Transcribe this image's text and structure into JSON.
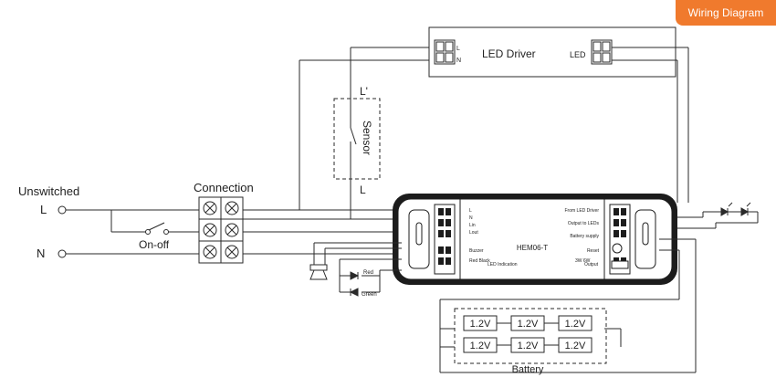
{
  "badge": {
    "title": "Wiring Diagram"
  },
  "labels": {
    "unswitched": "Unswitched",
    "l": "L",
    "n": "N",
    "on_off": "On-off",
    "connection": "Connection",
    "sensor": "Sensor",
    "l_prime": "L'",
    "l_sensor": "L",
    "led_driver": "LED Driver",
    "driver_l": "L",
    "driver_n": "N",
    "led_plus_minus": "LED",
    "buzzer": "Buzzer",
    "red_black": "Red\nBlack",
    "led_indication": "LED Indication",
    "lin": "Lin",
    "lout": "Lout",
    "l_small": "L",
    "n_small": "N",
    "module_name": "HEM06-T",
    "from_driver": "From LED Driver",
    "output_leds": "Output to LEDs",
    "battery_supply": "Battery supply",
    "reset": "Reset",
    "output_power": "3W\n6W",
    "output_word": "Output",
    "red": "Red",
    "green": "Green",
    "battery": "Battery"
  },
  "battery_cells": {
    "top": [
      "1.2V",
      "1.2V",
      "1.2V"
    ],
    "bottom": [
      "1.2V",
      "1.2V",
      "1.2V"
    ]
  },
  "colors": {
    "line": "#2a2a2a",
    "accent": "#f07a2d",
    "module_fill": "#ffffff",
    "module_dark": "#1c1c1c"
  }
}
